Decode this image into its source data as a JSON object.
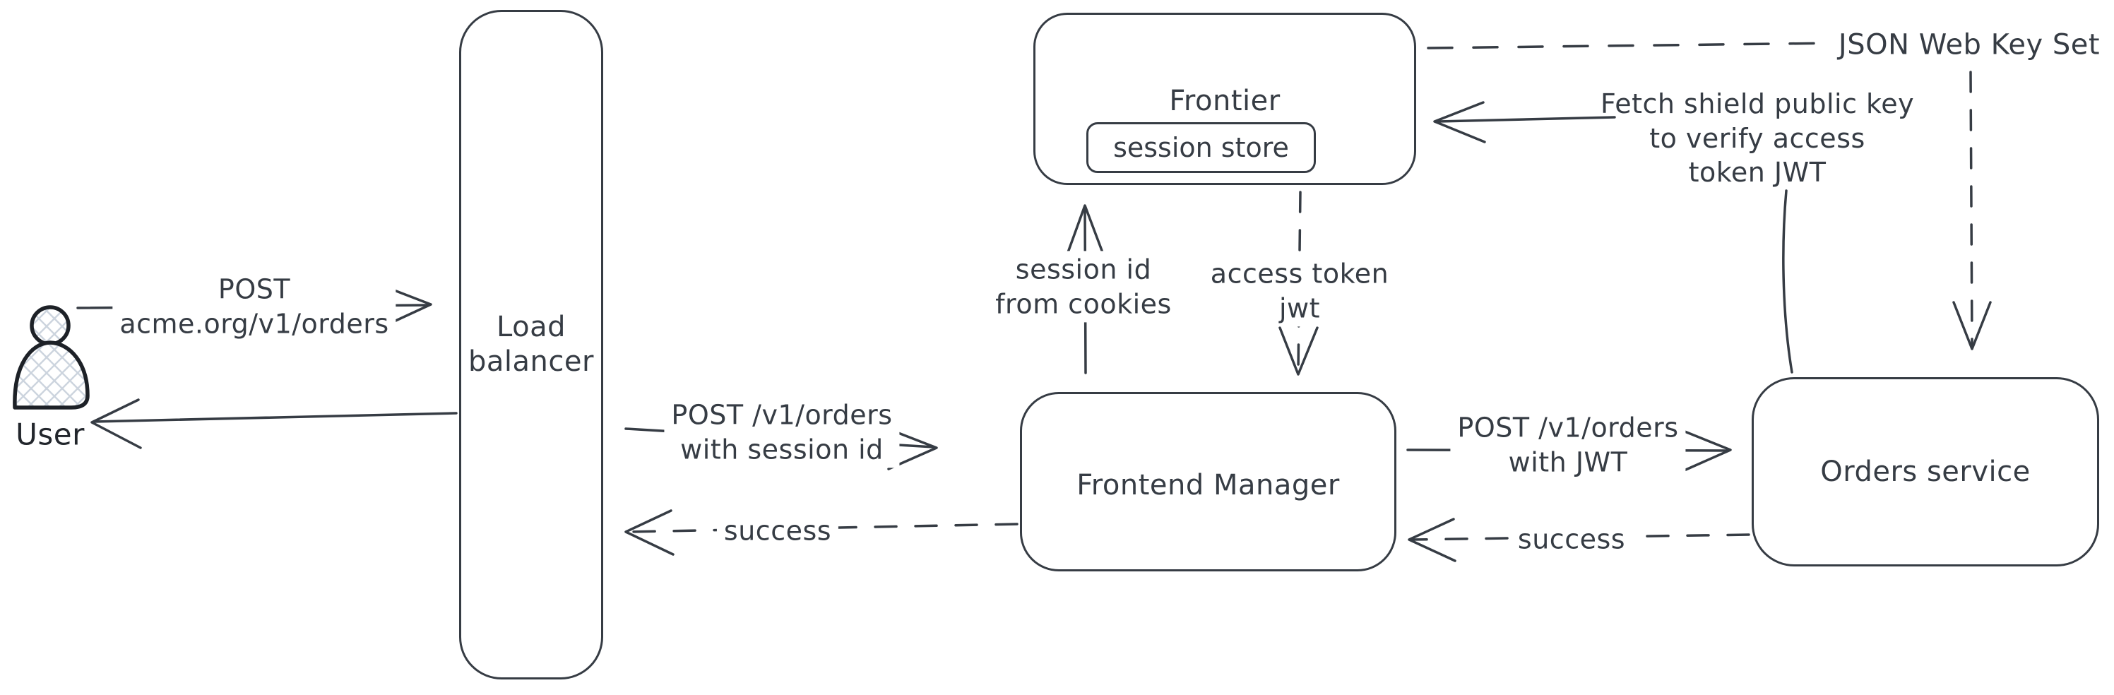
{
  "diagram": {
    "stroke_color": "#363c44",
    "background_color": "#ffffff",
    "nodes": {
      "user": {
        "label": "User"
      },
      "load_balancer": {
        "line1": "Load",
        "line2": "balancer"
      },
      "frontier": {
        "label": "Frontier"
      },
      "session_store": {
        "label": "session store"
      },
      "frontend_manager": {
        "line1": "Frontend",
        "line2": "Manager"
      },
      "orders_service": {
        "label": "Orders service"
      }
    },
    "edges": {
      "user_request": {
        "line1": "POST",
        "line2": "acme.org/v1/orders"
      },
      "lb_to_frontend": {
        "line1": "POST /v1/orders",
        "line2": "with session id"
      },
      "frontend_to_orders": {
        "line1": "POST /v1/orders",
        "line2": "with JWT"
      },
      "success_left": {
        "label": "success"
      },
      "success_right": {
        "label": "success"
      },
      "session_id": {
        "line1": "session id",
        "line2": "from cookies"
      },
      "access_token": {
        "line1": "access token",
        "line2": "jwt"
      },
      "jwks": {
        "label": "JSON Web Key Set"
      },
      "fetch_note": {
        "line1": "Fetch shield public key",
        "line2": "to verify access",
        "line3": "token JWT"
      }
    }
  }
}
